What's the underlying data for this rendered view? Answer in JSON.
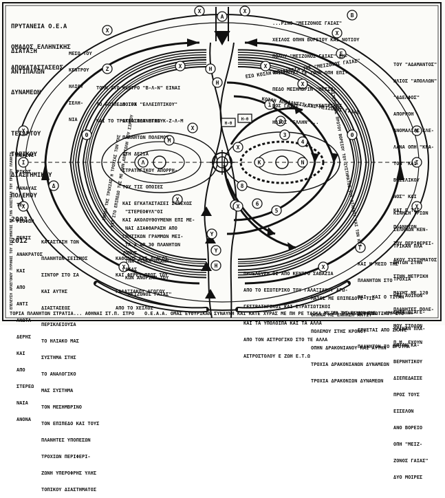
{
  "header": {
    "line1": "ΠΡΥΤΑΝΕΙΑ Ο.Ε.Α",
    "line2": "ΟΜΑΔΟΣ ΕΛΛΗΝΙΚΗΣ",
    "line3": "ΑΠΟΚΑΤΑΣΤΑΣΕΩΣ"
  },
  "left_block": {
    "lines": [
      "ΔΙΑΤΑΞΗ",
      "ΑΝΤΙΠΑΛΩΝ",
      "ΔΥΝΑΜΕΩΝ",
      "ΤΕΤΑΡΤΟΥ",
      "ΤΟΠΙΚΟΥ",
      "ΔΙΑΣΤΗΜΙΚΟΥ",
      "ΠΟΛΕΜΟΥ"
    ],
    "dates": [
      "2003-",
      "2012"
    ]
  },
  "top_left_note": [
    "ΜΕΣΟ ΤΟΥ",
    "ΚΕΝΤΡΟΥ",
    "ΗΛΙΟΥ",
    "ΣΕΛΗ-",
    "ΝΙΑ"
  ],
  "top_right_block": [
    "...ΡΙΝΘ \"ΜΕΙΖΟΝΟΣ ΓΑΙΑΣ\"",
    "ΧΕΙΛΟΣ ΟΠΗΝ ΒΟΡΕΙΟΥ ΚΑΙ ΝΟΤΙΟΥ",
    "ΠΟΛΟΥ \"ΜΕΙΖΟΝΟΣ ΓΑΙΑΣ\" ΕΜ-",
    "ΦΑΙΝΟΝΤΑΙ ΤΕ ΤΟΜΗ ΟΠΗ ΕΠΙ-",
    "ΠΕΔΟ ΜΕΣΗΜΒΡΙΝ \"ΜΕΙΖΟ-",
    "ΝΟΣ ΓΑΙΑΣ\" ΚΑΙ ΚΕΝΤΡΙΚΟΣ",
    "ΗΛΙΟΣ \"ΕΛΛΗΝ\"..."
  ],
  "right_block": [
    "ΤΟΥ \"ΑΔΑΜΑΝΤΟΣ\"",
    "ΗΛΙΟΣ \"ΑΠΟΛΛΩΝ\"",
    "\"ΑΔΕΛΦΟΣ\"",
    "ΑΠΟΡΡΟΗ",
    "ΑΝΟΜΑΛΙΑΣ ΚΛΕ-",
    "ΛΑΝΑ ΟΠΗ \"ΚΡΑ-",
    "ΤΟΝ\" ΚΑΙ",
    "ΒΑΣΙΛΙΚΟΥ",
    "ΝΟΣ\" ΚΑΙ",
    "ΚΙΝΗΣΗ ΤΡΙΩΝ",
    "ΣΕΛΗΝΩΝ ΚΕΝ-",
    "ΤΡΙΚΑΝ ΠΛΑ",
    "ΝΗΤΩΝ ΣΤΗΝ",
    "ΤΡΟΧΙΑ",
    "ΚΑΙ ΑΟΙΠΟΝ",
    "ΕΝΤΑ ΕΞΑΓΕ-",
    "ΤΡΙΚΑΝ ΠΛΑ-",
    "ΝΗΤΩΝ ΚΑ-",
    "ΒΕΡΝΗΤΙΚΟΥ",
    "ΔΙΕΠΕΔΑΣΣΕ",
    "ΠΡΟΣ ΤΟΥΣ",
    "ΕΙΣΕΛΟΝ",
    "ΑΝΟ ΒΟΡΕΙΟ",
    "ΟΠΗ \"ΜΕΙΖ-",
    "ΖΟΝΟΣ ΓΑΙΑΣ\"",
    "ΔΥΟ ΜΟΙΡΕΣ"
  ],
  "right_lower_block": [
    "ΚΑΙ Π ΤΙΣ",
    "ΠΛΑΝΗΤΩΝ",
    "ΤΟΥ ΠΕΡΙΦΕΡΕΙ-",
    "ΑΚΟΥ ΣΥΣΤΗΜΑΤΟΣ",
    "ΣΤΗΝ ΜΕΤΡΙΚΗ",
    "ΜΑΧΗΣ ΜΕ 120",
    "ΠΛΑΝΗΤΕΣ ΠΟΛΕ-",
    "ΜΟΥ ΣΤΟΛΩΝ",
    "Π.Μ. ΕΧΟΥΝ"
  ],
  "left_lower_block": [
    "ΠΕΡΙΦΕ-",
    "ΡΙΚΟΣ",
    "ΜΑΝΑΥΑΣ",
    "ΤΕ-",
    "ΡΕΟΦΩΝ",
    "ΠΕΡΙΣ",
    "ΑΝΑΚΡΑΤΟΣ",
    "ΚΑΙ",
    "ΑΠΟ",
    "ΑΝΤΙ",
    "ΑΝΩΤΑ-",
    "ΔΕΡΗΣ",
    "ΚΑΙ",
    "ΑΠΟ",
    "ΣΤΕΡΕΩ",
    "ΝΑΙΑ",
    "ΑΝΟΝΑ"
  ],
  "left_bottom_block": [
    "ΚΑΤΑΣΤΑΣΗ ΤΩΝ",
    "ΠΛΑΝΗΤΩΝ ΣΕΙΣΜΟΣ",
    "ΣΙΝΤΟΡ ΣΤΟ ΣΑ",
    "ΚΑΙ ΑΥΤΗΣ",
    "ΔΙΑΣΤΑΣΕΩΣ",
    "ΠΕΡΙΚΛΕΙΟΥΣΑ",
    "ΤΟ ΗΛΙΑΚΟ ΜΑΣ",
    "ΣΥΣΤΗΜΑ ΣΤΗΣ",
    "ΤΟ ΑΝΑΛΟΓΙΚΟ",
    "ΜΑΣ ΣΥΣΤΗΜΑ",
    "ΤΟΝ ΜΕΣΗΜΒΡΙΝΟ",
    "ΤΟΝ ΕΠΙΠΕΔΟ ΚΑΙ ΤΟΥΣ",
    "ΠΛΑΝΗΤΕΣ ΥΠΟΠΕΣΩΝ",
    "ΤΡΟΧΙΩΝ ΠΕΡΙΦΕΡΙ-",
    "ΖΩΝΗ ΥΠΕΡΟΦΡΗΣ ΥΛΗΣ",
    "ΤΟΠΙΚΟΥ ΔΙΑΣΤΗΜΑΤΟΣ"
  ],
  "center_top_text": [
    "ΤΟΜΗ ΣΤΟ ΚΕΝΤΡΟ \"Β-Λ-Ν\" ΕΙΝΑΙ",
    "ΤΟ ΕΠΙΠΕΔΟ ΤΟΥ \"ΕΛΛΕΙΠΤΙΚΟΥ\"",
    "ΚΑΙ ΤΟ ΤΡΟΧΙΑ ΠΛΑΝΗΤΩΝ Κ-Z-Λ-Μ"
  ],
  "center_right_note": [
    "ΜΟΙΡΑ",
    "ΑΓΝΩΣΤΟΥ ΕΓΧΟΥ",
    "ΠΛΑΝΗΤΩΝ ΠΟΛΕΜΟΥ",
    "ΣΤΗ ΔΕΞΙΑ",
    "ΣΤΡΑΤΗΓΙΚΟΥ ΑΠΟΡΡΗ-",
    "ΤΟΥ ΤΙΣ ΟΠΟΙΕΣ",
    "ΚΑΙ ΕΓΚΑΤΑΣΤΑΣΕΙ ΣΥΝΕΧΩΣ",
    "ΚΑΙ ΑΚΟΛΟΥΘΟΥΜΕΝΗ ΕΠΙ ΜΕ-",
    "ΓΝΗΤΙΚΩΝ ΓΡΑΜΜΩΝ ΜΕΙ-",
    "ΖΟΝΟΣ",
    "ΓΑΙΑΣ"
  ],
  "center_lower_note": [
    "\"ΣΤΕΡΕΟΦΥΛ\"ΟΙ",
    "ΝΑΙ ΔΙΑΦΘΑΡΑΣΗ ΑΠΟ",
    "ΤΑ 3 ΑΡ 30 ΠΛΑΝΗΤΩΝ",
    "ΤΗΝ ΣΤΟΛΗ ΠΛΑΝΗ-",
    "ΚΩΝ ΑΝΟΡΙΑΝ ΤΟΥ",
    "\"ΜΕΙΖΟΝΟΣ ΓΑΙΑΣ\""
  ],
  "lower_center_note": [
    "ΚΑΘΟΔΟΣ ΚΑΙ ΑΓΩΓΟΙ",
    "ΚΑΙ ΦΕΡΕΙ ΠΡΟΣ ΤΟΥ",
    "ΓΑΛΑΞΙΑΚΟΥ ΑΓΩΓΟΥ",
    "ΑΠΟ ΤΟ ΧΕΙΛΟΣ"
  ],
  "lower_right_note": [
    "ΠΡΟΕΛΕΥΣΗ ΟΙ ΑΠΟ ΚΕΝΤΡΟ ΣΑΒΑΖΙΑ",
    "ΑΠΟ ΤΟ ΕΣΩΤΕΡΙΚΟ ΤΟΥ ΓΑΛΑΞΙΑΚΟΥ ΑΓΩ-",
    "ΓΕΣΤΡΑΤΗΓΙΚΟΙ ΚΑΙ ΣΤΡΑΤΙΩΤΙΚΟΙ",
    "ΚΑΙ ΤΑ ΥΠΟΛΟΙΠΑ ΚΑΙ ΤΑ ΑΛΛΑ",
    "ΑΠΟ ΤΟΝ ΑΣΤΡΟΓΙΚΟ ΣΤΟ ΤΕ ΑΛΛΑ",
    "ΑΣΤΡΟΣΤΟΛΟΥ Ε ΖΩΗ Ε.Τ.Ω"
  ],
  "bottom_right_block": [
    "ΚΑΙ Η ΜΕΣΟ ΤΗΣ",
    "ΠΛΑΝΗΤΩΝ ΣΤΟ",
    "ΜΑΙ. ΚΑΙ Ο ΤΙΤΑΝ",
    "ΣΤΡΑΤΙΩΤΙΚΟΥ ΣΤΟ",
    "ΕΡΧΕΤΑΙ ΑΠΟ ΣΚΑΦΕ",
    "ΠΛΑΝΗΤΩΝ ΤΟ ΒΡΟΥΜΑ",
    "ΜΑΤΟΣ ΜΕ ΕΠΙΠΕΔΟΥΣ ΤΙΣ",
    "ΟΛΗΝΑ ΜΕ ΕΝΠΗΣΗ ΑΝΤΙΥ",
    "ΠΟΛΕΜΟΥ ΣΤΗΣ ΚΡΟΝΟΥ",
    "ΟΠΗΝ ΔΡΑΚΟΝΙΑΝΟΥ ΚΑΙ ΑΥΤΗΝ",
    "ΤΡΟΧΙΑ ΔΡΑΚΟΝΙΑΝΩΝ ΔΥΝΑΜΕΩΝ",
    "ΤΡΟΧΙΑ ΔΡΑΚΟΝΙΩΝ ΔΥΝΑΜΕΩΝ"
  ],
  "arc_labels": {
    "right_arc": "ΚΟΙΛΗ ΑΠΟΦΑΝΣΙΣ ΤΗΣ ΜΕΙΖΟΝΟΣ ΓΑΙΑΣ",
    "right_arc_upper": "ΕΣΩ ΚΟΙΛΗ ΕΠΙΦΑΝΕΙΑ ΤΗΣ \"ΜΕΙΖΟΝΟΣ ΓΑΙΑΣ\"",
    "center_bottom": "Ο.Ε.Α.Α. ΟΜΑΣ ΕΥΘΥΡΙΚΑΝ ΣΥΝΑΥΝΗ ΚΑΙ ΚΑΤΕ ΧΥΡΑΣ ΜΕ ΠΗ ΡΕ ΤΑΙΚΑ ΤΕ ΠΑ ΕΠΑΝΕΙΣ ΗΛΩΝ",
    "bottom_left": "ΤΟΡΙΑ ΠΛΑΝΗΤΩΝ ΣΤΡΑΤΙΑ... ΑΘΗΝΑΙ ΣΤ.Π. ΣΤΡΟ",
    "bottom_right": "ΑΠ ΣΕΡ ΤΗΣ ΣΚΑΦΩΝ ΤΑΣ... ΔΡΑΚΟΝΙΑΝΩΝ",
    "left_vertical": "ΕΠΕΛΕΥΣΗ ΑΡΧΕΓΟΝΟΥ ΠΥΡΗΝΟΣ ΤΟΥ ΣΥΣΤΗΜΑΤΟΣ ΜΕ ΤΗΝ ΑΠΟΣΤΟΛΗ ΤΟΥ ΠΡΩΤΟΥ ΠΛΑΝΗΤΗ",
    "left_inner_vertical": "ΕΜΠΛΗ ΤΗΣ ΤΡΟΧΙΑΣ Η ΤΡΟΧΙΑΣ ΤΩΝ ΤΗΣ",
    "left_inner_vertical2": "ΚΑΙ ΣΤΟ ΕΠΙΠΕΔΟ ΤΗΣ ΜΕ ΤΗΝ ΑΠΟΣΤΟΛΗ ΤΟΥ ΣΙΡΙΟΥ",
    "right_inner_vertical": "ΑΣΤΕΡΙΣΜΟΣ ΠΡΩΤΟΥ ΒΟΡΕΙΟΥ ΤΟΥ ΣΥΣΤΗΜΑΤΟΣ ΤΟΥ ΑΤΛΑΝΤΑ ΚΑΙ ΤΩΝ ΚΑΙ"
  },
  "node_labels": {
    "A": "Α",
    "B": "Β",
    "C": "Γ",
    "D": "Δ",
    "E": "Ε",
    "Z": "Ζ",
    "H": "Η",
    "TH": "Θ",
    "I": "Ι",
    "K": "Κ",
    "L": "Λ",
    "M": "Μ",
    "X": "Χ",
    "Y": "Υ",
    "N": "Ν",
    "n1": "1",
    "n2": "2",
    "n3": "3",
    "n4": "4",
    "n5": "5",
    "n6": "6",
    "n7": "7",
    "n8": "8",
    "HTH": "Η-Θ",
    "HTH2": "Η-Θ"
  },
  "colors": {
    "ink": "#111111",
    "paper": "#fbfbf8"
  }
}
